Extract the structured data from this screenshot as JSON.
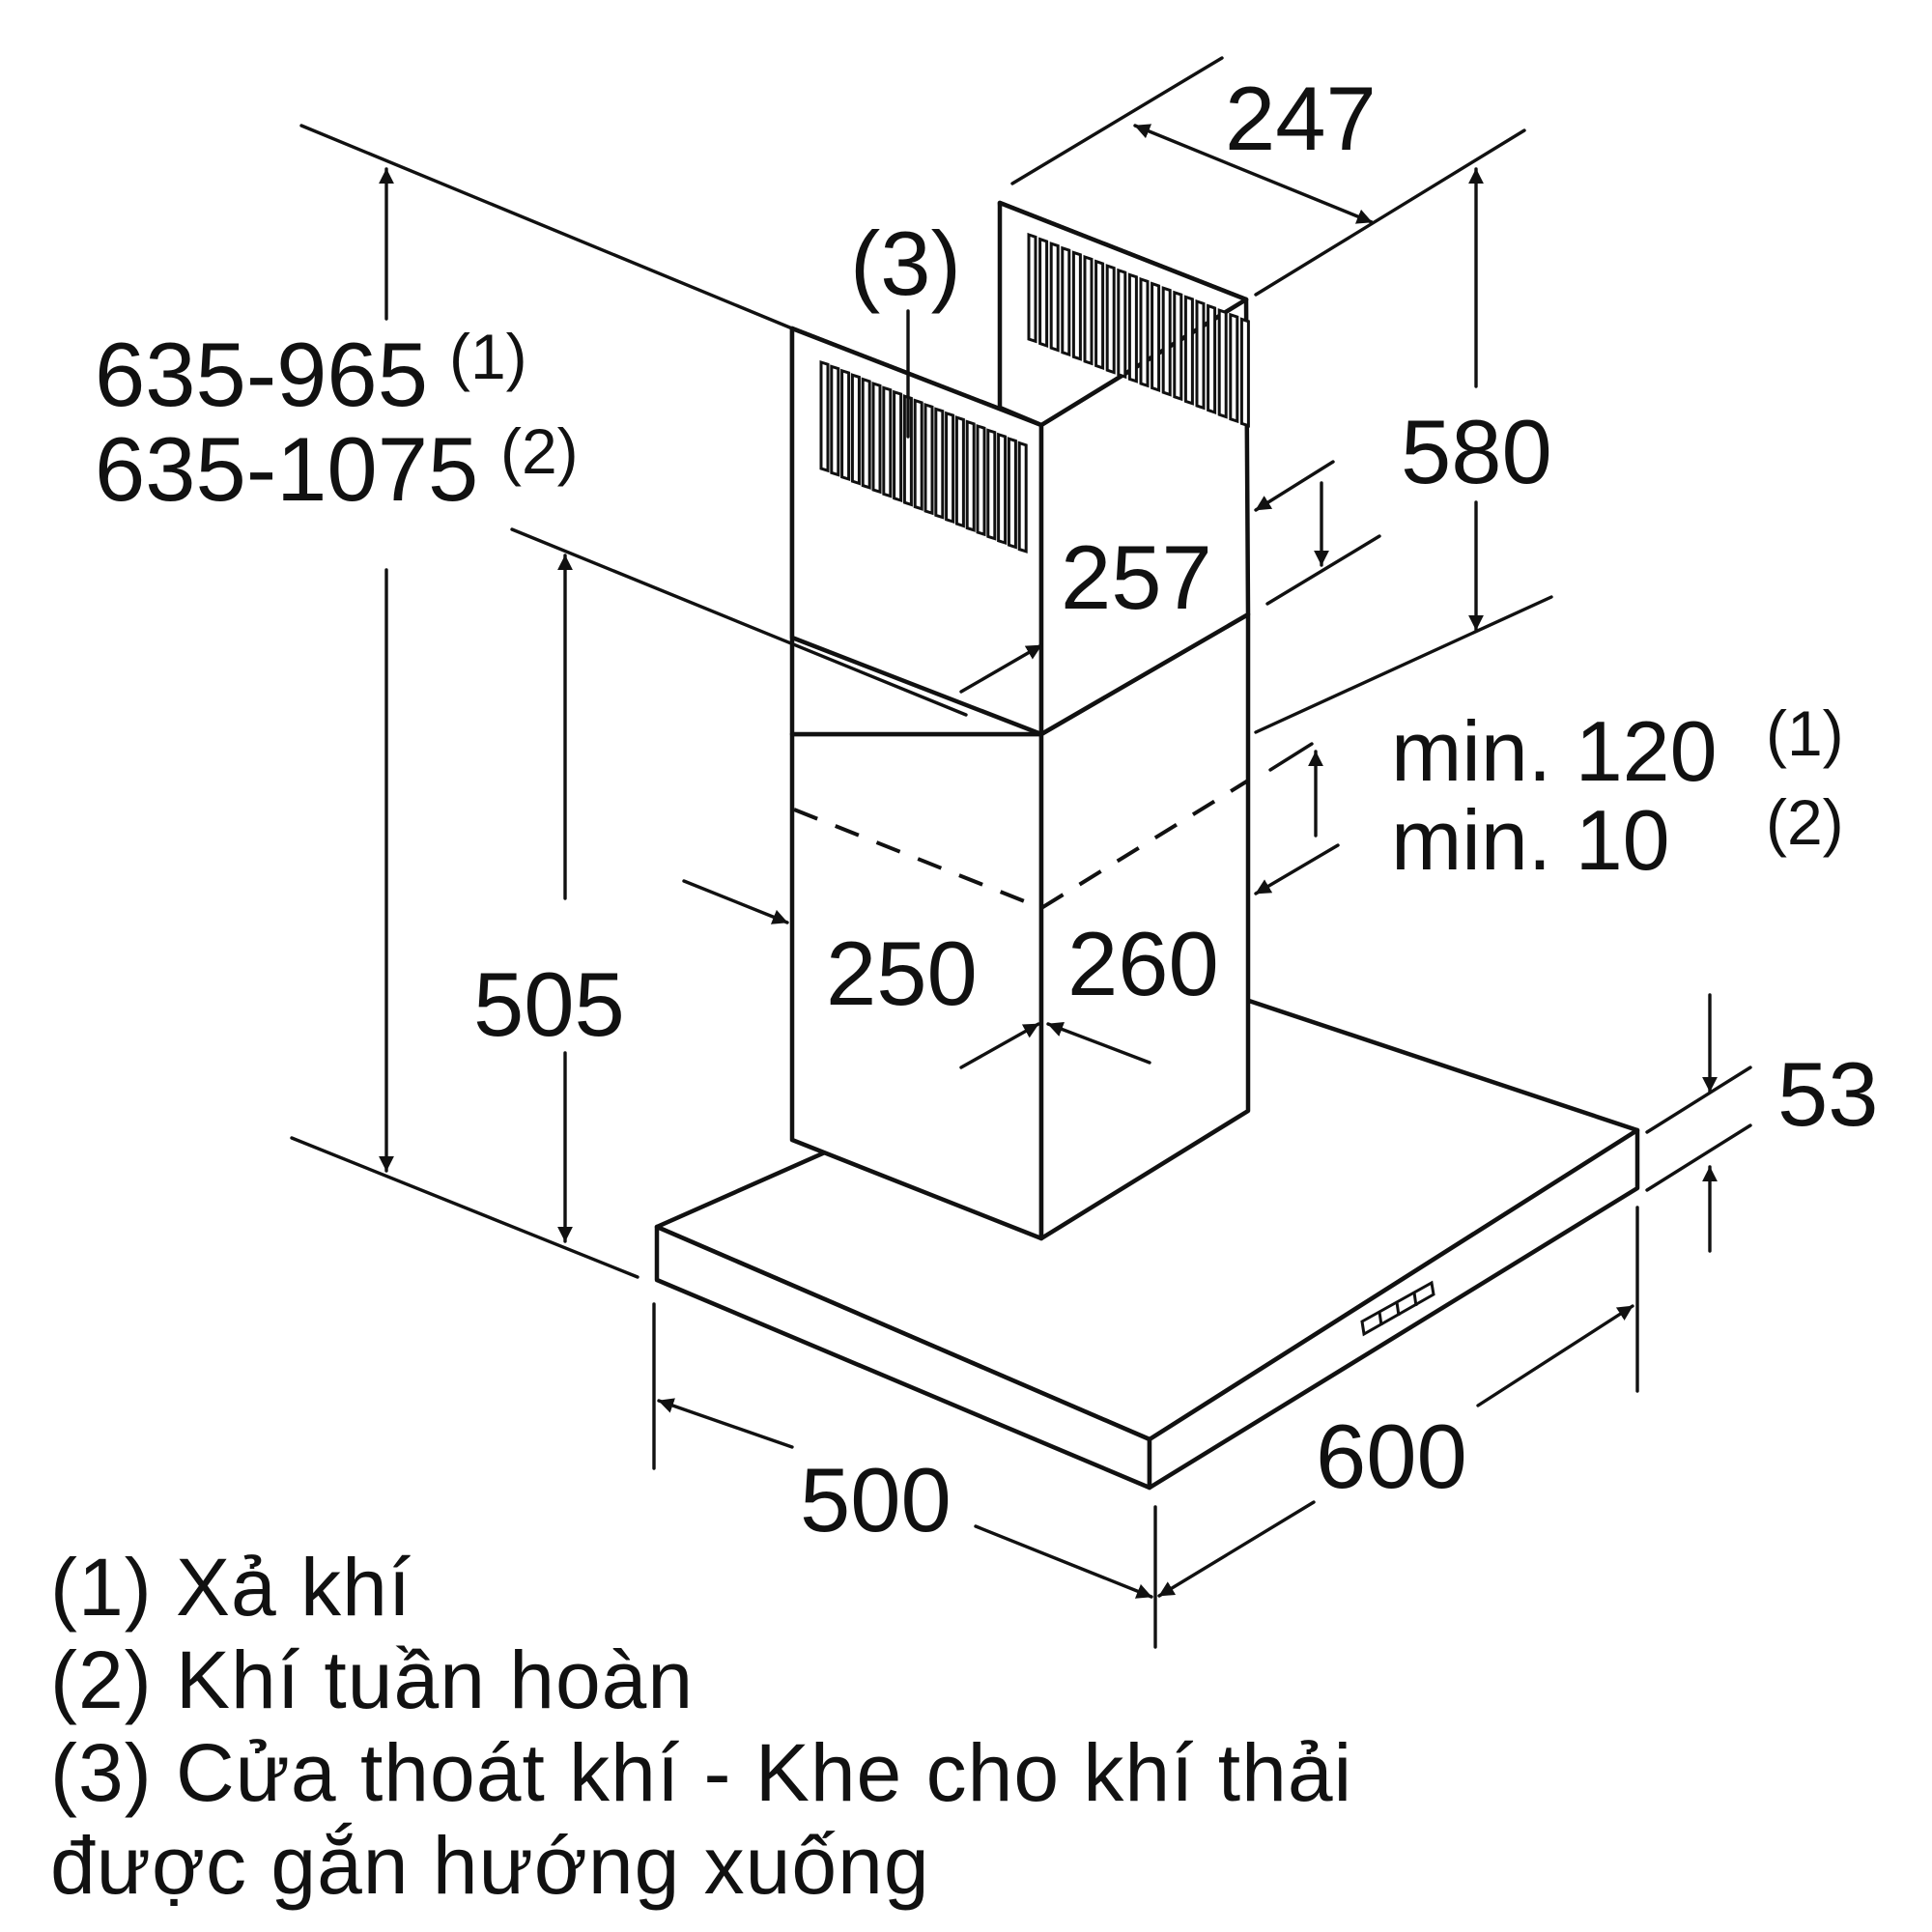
{
  "diagram": {
    "dimensions": {
      "total_height_1": "635-965",
      "total_height_1_ref": "(1)",
      "total_height_2": "635-1075",
      "total_height_2_ref": "(2)",
      "lower_chimney_height": "505",
      "chimney_depth_top": "247",
      "upper_chimney_height": "580",
      "upper_chimney_width": "257",
      "min_gap_1": "min. 120",
      "min_gap_1_ref": "(1)",
      "min_gap_2": "min. 10",
      "min_gap_2_ref": "(2)",
      "lower_chimney_depth": "250",
      "lower_chimney_width": "260",
      "canopy_thickness": "53",
      "canopy_depth": "500",
      "canopy_width": "600"
    },
    "callout": "(3)",
    "legend": [
      "(1) Xả khí",
      "(2) Khí tuần hoàn",
      "(3) Cửa thoát khí - Khe cho khí thải",
      "được gắn hướng xuống"
    ]
  }
}
